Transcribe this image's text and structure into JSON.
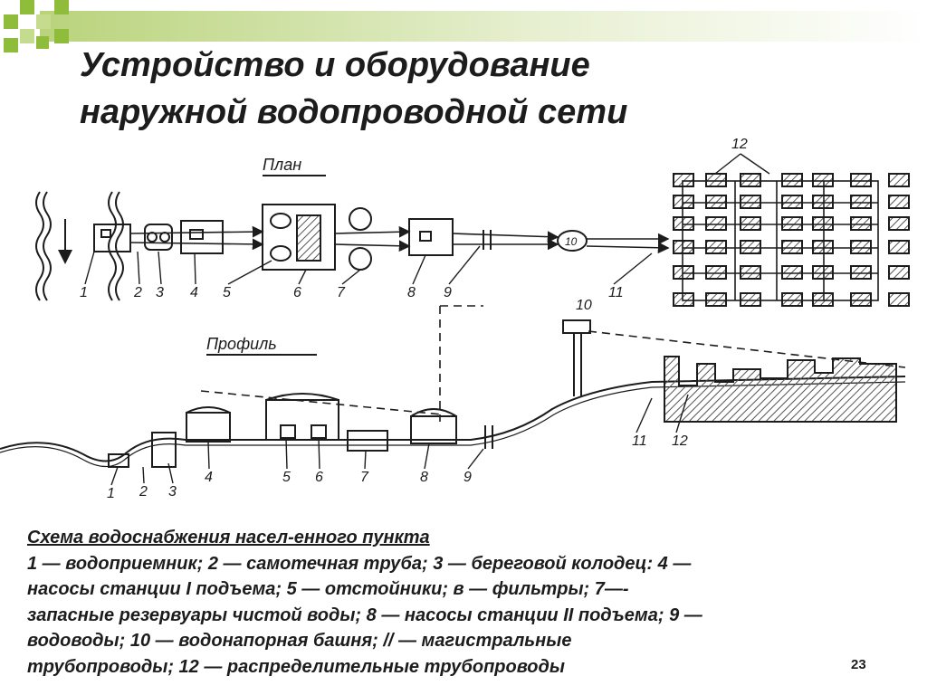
{
  "title": {
    "line1": "Устройство и оборудование",
    "line2": "наружной водопроводной сети"
  },
  "diagram": {
    "plan_label": "План",
    "profile_label": "Профиль",
    "plan_markers": [
      "1",
      "2",
      "3",
      "4",
      "5",
      "6",
      "7",
      "8",
      "9",
      "11"
    ],
    "plan_tower_number": "10",
    "network_number": "12",
    "profile_markers": [
      "1",
      "2",
      "3",
      "4",
      "5",
      "6",
      "7",
      "8",
      "9",
      "10",
      "11",
      "12"
    ]
  },
  "caption": {
    "title": "Схема водоснабжения насел-енного пункта",
    "lines": [
      "1 — водоприемник; 2 — самотечная труба; 3 — береговой колодец: 4 —",
      "насосы станции I подъема; 5 — отстойники; в — фильтры; 7—-",
      "запасные резервуары чистой воды; 8 — насосы станции II подъема; 9 —",
      "водоводы; 10 — водонапорная башня; // — магистральные",
      "трубопроводы; 12 — распределительные трубопроводы"
    ]
  },
  "page_number": "23",
  "colors": {
    "accent_green": "#8fbc3a",
    "accent_green_light": "#c5dc8e",
    "ink": "#1c1c1c",
    "hatch": "#555555"
  }
}
